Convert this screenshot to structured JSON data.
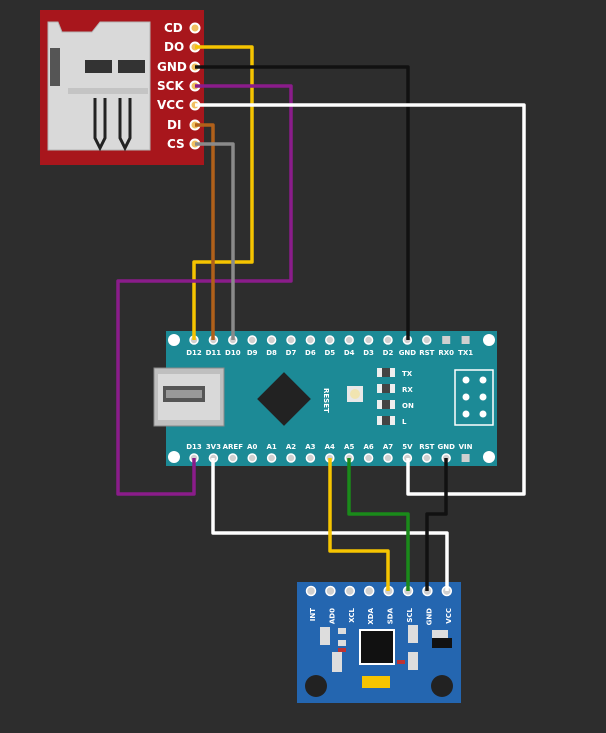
{
  "sd_module": {
    "pins": [
      "CD",
      "DO",
      "GND",
      "SCK",
      "VCC",
      "DI",
      "CS"
    ],
    "color": "#a8161c"
  },
  "nano": {
    "top_pins": [
      "D12",
      "D11",
      "D10",
      "D9",
      "D8",
      "D7",
      "D6",
      "D5",
      "D4",
      "D3",
      "D2",
      "GND",
      "RST",
      "RX0",
      "TX1"
    ],
    "bottom_pins": [
      "D13",
      "3V3",
      "AREF",
      "A0",
      "A1",
      "A2",
      "A3",
      "A4",
      "A5",
      "A6",
      "A7",
      "5V",
      "RST",
      "GND",
      "VIN"
    ],
    "reset_label": "RESET",
    "led_labels": [
      "TX",
      "RX",
      "ON",
      "L"
    ],
    "color": "#1c8a96"
  },
  "mpu": {
    "pins": [
      "INT",
      "AD0",
      "XCL",
      "XDA",
      "SDA",
      "SCL",
      "GND",
      "VCC"
    ],
    "color": "#2466b0"
  },
  "wires": [
    {
      "from": "SD.DO",
      "to": "Nano.D12",
      "color": "#f5c400"
    },
    {
      "from": "SD.GND",
      "to": "Nano.GND",
      "color": "#111111"
    },
    {
      "from": "SD.SCK",
      "to": "Nano.D13",
      "color": "#8a1c8a"
    },
    {
      "from": "SD.VCC",
      "to": "Nano.5V",
      "color": "#ffffff"
    },
    {
      "from": "SD.DI",
      "to": "Nano.D11",
      "color": "#b0601a"
    },
    {
      "from": "SD.CS",
      "to": "Nano.D10",
      "color": "#8a8a8a"
    },
    {
      "from": "Nano.3V3",
      "to": "MPU.VCC",
      "color": "#ffffff"
    },
    {
      "from": "Nano.A4",
      "to": "MPU.SDA",
      "color": "#f5c400"
    },
    {
      "from": "Nano.A5",
      "to": "MPU.SCL",
      "color": "#1a8a1a"
    },
    {
      "from": "Nano.GND",
      "to": "MPU.GND",
      "color": "#111111"
    }
  ]
}
